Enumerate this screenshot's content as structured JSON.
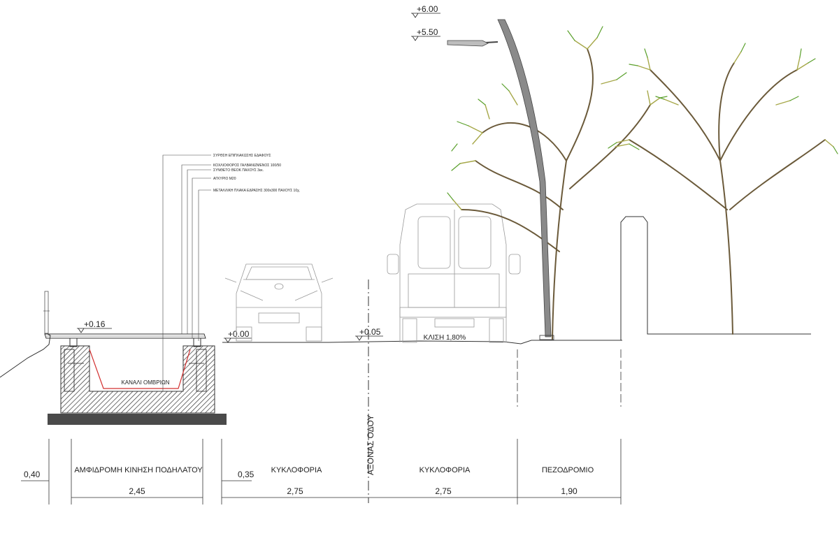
{
  "elevations": {
    "bike_path": "+0.16",
    "edge": "+0.00",
    "axis": "+0.05",
    "light_top": "+6.00",
    "luminaire": "+5.50"
  },
  "notes": [
    "ΣΥΡΘΣΗ ΕΠΙΠΛΑΚΩΣΗΣ ΕΔΑΦΟΥΣ",
    "ΚΟΧΛΙΟΦΟΡΟΣ ΓΑΛΒΑΝΙΖΜΕΝΟΣ 100/50",
    "ΣΥΝΘΕΤΟ ΘΕΟΚ ΠΑΧΟΥΣ 3εκ.",
    "ΑΓΚΥΡΙΟ Μ20",
    "ΜΕΤΑΛΛΙΚΗ ΠΛΑΚΑ ΕΔΡΑΣΗΣ 300x300 ΠΑΧΟΥΣ 10χ."
  ],
  "labels": {
    "channel": "ΚΑΝΑΛΙ ΟΜΒΡΙΩΝ",
    "slope": "ΚΛΙΣΗ 1,80%",
    "road_axis": "ΑΞΟΝΑΣ ΟΔΟΥ"
  },
  "zones": {
    "bike": "ΑΜΦΙΔΡΟΜΗ ΚΙΝΗΣΗ ΠΟΔΗΛΑΤΟΥ",
    "traffic_left": "ΚΥΚΛΟΦΟΡΙΑ",
    "traffic_right": "ΚΥΚΛΟΦΟΡΙΑ",
    "sidewalk": "ΠΕΖΟΔΡΟΜΙΟ"
  },
  "dimensions": {
    "d1": "0,40",
    "d2": "2,45",
    "d3": "0,35",
    "d4": "2,75",
    "d5": "2,75",
    "d6": "1,90"
  },
  "colors": {
    "linework": "#333333",
    "channel_line": "#d23030",
    "foliage_green": "#5aa02c",
    "foliage_olive": "#a7a84a",
    "branches": "#6b5a3a",
    "footing": "#4a4a4a"
  }
}
